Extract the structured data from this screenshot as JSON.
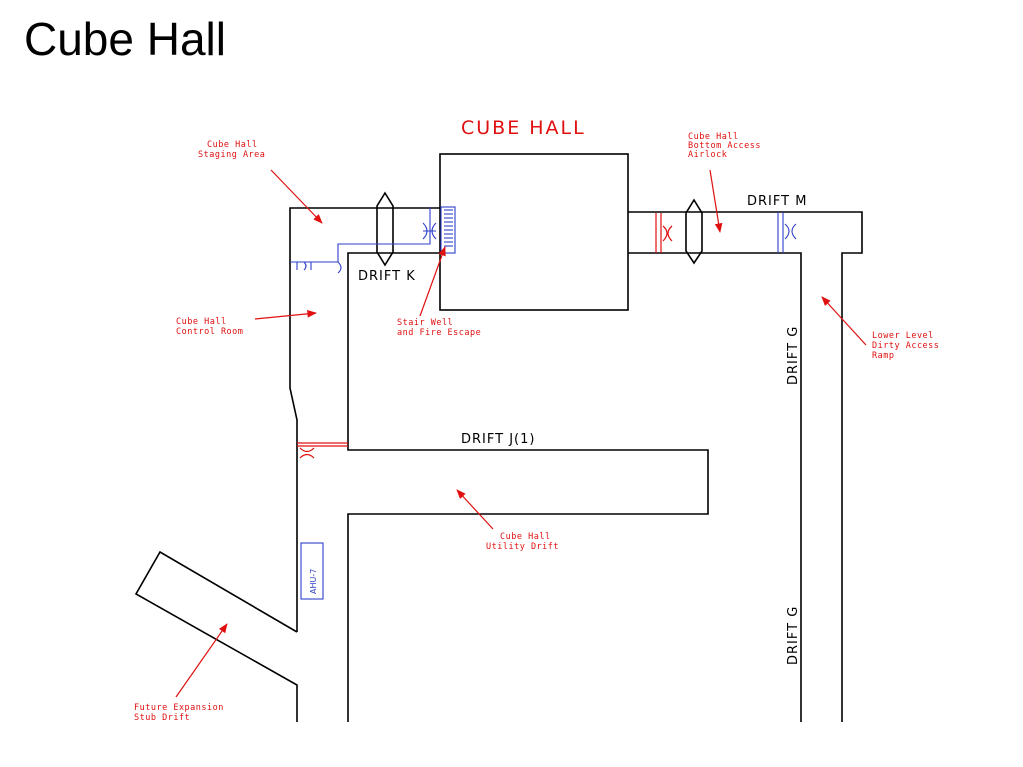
{
  "slide": {
    "title": "Cube Hall"
  },
  "diagram": {
    "heading": "CUBE HALL",
    "drifts": {
      "k": "DRIFT K",
      "m": "DRIFT M",
      "g_upper": "DRIFT G",
      "g_lower": "DRIFT G",
      "j1": "DRIFT J(1)"
    },
    "equipment": {
      "ahu": "AHU-7"
    },
    "callouts": {
      "staging": [
        "Cube Hall",
        "Staging Area"
      ],
      "airlock": [
        "Cube Hall",
        "Bottom Access",
        "Airlock"
      ],
      "control": [
        "Cube Hall",
        "Control Room"
      ],
      "stairwell": [
        "Stair Well",
        "and Fire Escape"
      ],
      "ramp": [
        "Lower Level",
        "Dirty Access",
        "Ramp"
      ],
      "utility": [
        "Cube Hall",
        "Utility Drift"
      ],
      "expansion": [
        "Future Expansion",
        "Stub Drift"
      ]
    },
    "colors": {
      "walls": "#000000",
      "annotations": "#e01010",
      "doors_equipment": "#2e3fc8"
    }
  }
}
